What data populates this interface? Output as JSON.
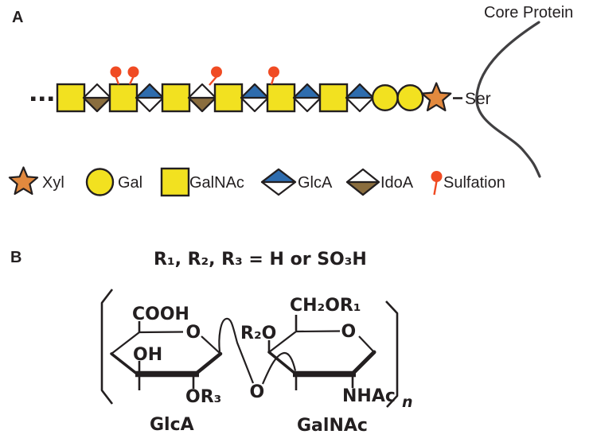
{
  "panel_a": {
    "label": "A",
    "core_protein": "Core Protein",
    "ser": "Ser",
    "chain": {
      "ellipsis": "...",
      "units": [
        {
          "residue": "GalNAc",
          "symbol": "square"
        },
        {
          "residue": "IdoA",
          "symbol": "diamond-brown"
        },
        {
          "residue": "GalNAc",
          "symbol": "square",
          "sulfation": 2
        },
        {
          "residue": "GlcA",
          "symbol": "diamond-blue"
        },
        {
          "residue": "GalNAc",
          "symbol": "square"
        },
        {
          "residue": "IdoA",
          "symbol": "diamond-brown",
          "sulfation": 1
        },
        {
          "residue": "GalNAc",
          "symbol": "square"
        },
        {
          "residue": "GlcA",
          "symbol": "diamond-blue"
        },
        {
          "residue": "GalNAc",
          "symbol": "square",
          "sulfation": 1
        },
        {
          "residue": "GlcA",
          "symbol": "diamond-blue"
        },
        {
          "residue": "GalNAc",
          "symbol": "square"
        },
        {
          "residue": "GlcA",
          "symbol": "diamond-blue"
        },
        {
          "residue": "Gal",
          "symbol": "circle"
        },
        {
          "residue": "Gal",
          "symbol": "circle"
        },
        {
          "residue": "Xyl",
          "symbol": "star"
        }
      ]
    },
    "legend": [
      {
        "symbol": "star",
        "label": "Xyl"
      },
      {
        "symbol": "circle",
        "label": "Gal"
      },
      {
        "symbol": "square",
        "label": "GalNAc"
      },
      {
        "symbol": "diamond-blue",
        "label": "GlcA"
      },
      {
        "symbol": "diamond-brown",
        "label": "IdoA"
      },
      {
        "symbol": "lollipop",
        "label": "Sulfation"
      }
    ]
  },
  "panel_b": {
    "label": "B",
    "title": "R₁, R₂, R₃ = H or SO₃H",
    "left_ring_name": "GlcA",
    "right_ring_name": "GalNAc",
    "cooh": "COOH",
    "oh": "OH",
    "or3": "OR₃",
    "ring1_o": "O",
    "glycosidic_o": "O",
    "r2o": "R₂O",
    "ch2or1": "CH₂OR₁",
    "ring2_o": "O",
    "nhac": "NHAc",
    "repeat_subscript": "n"
  },
  "colors": {
    "yellow": "#F2E120",
    "blue": "#2E6CAE",
    "brown": "#8A6D3E",
    "orange": "#E2893E",
    "sulfation_red": "#F04B23",
    "ink": "#231F20",
    "curve_gray": "#414042"
  }
}
